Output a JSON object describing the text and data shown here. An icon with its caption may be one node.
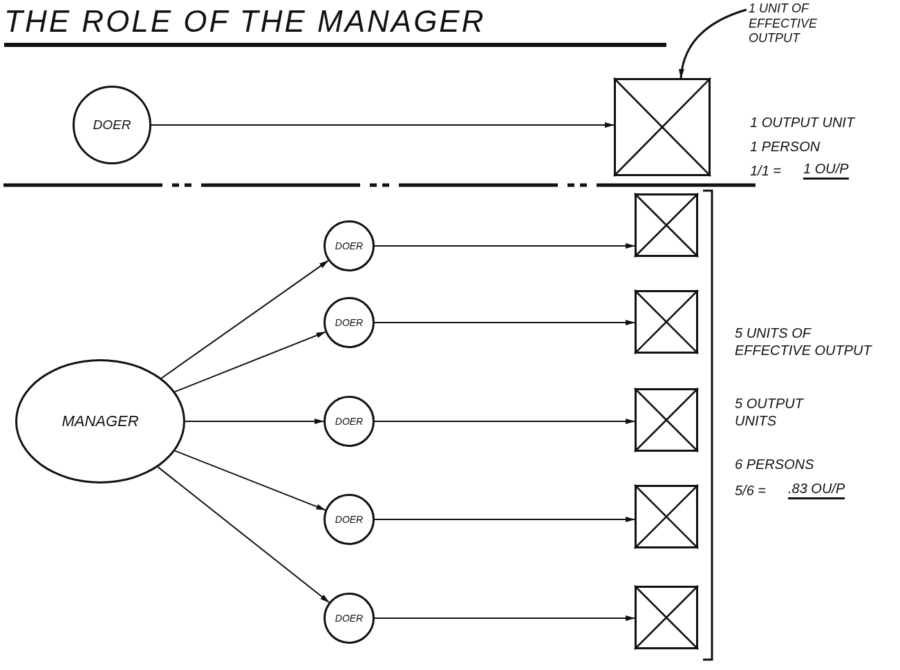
{
  "diagram": {
    "title": "THE ROLE OF THE MANAGER",
    "nodes": [
      {
        "text": [
          "DOER"
        ]
      },
      {
        "text": [],
        "shape": "box"
      },
      {
        "text": [
          "MANAGER"
        ]
      },
      {
        "text": [
          "DOER"
        ]
      },
      {
        "text": [
          "DOER"
        ]
      },
      {
        "text": [
          "DOER"
        ]
      },
      {
        "text": [
          "DOER"
        ]
      },
      {
        "text": [
          "DOER"
        ]
      },
      {
        "text": [],
        "shape": "box"
      },
      {
        "text": [],
        "shape": "box"
      },
      {
        "text": [],
        "shape": "box"
      },
      {
        "text": [],
        "shape": "box"
      },
      {
        "text": [],
        "shape": "box"
      },
      {
        "text": [
          "1 UNIT OF EFFECTIVE OUTPUT"
        ]
      }
    ],
    "edges": [
      {
        "from": 0,
        "to": 1,
        "arrow": "to"
      },
      {
        "from": 2,
        "to": 3,
        "arrow": "to"
      },
      {
        "from": 2,
        "to": 4,
        "arrow": "to"
      },
      {
        "from": 2,
        "to": 5,
        "arrow": "to"
      },
      {
        "from": 2,
        "to": 6,
        "arrow": "to"
      },
      {
        "from": 2,
        "to": 7,
        "arrow": "to"
      },
      {
        "from": 3,
        "to": 8,
        "arrow": "to"
      },
      {
        "from": 4,
        "to": 9,
        "arrow": "to"
      },
      {
        "from": 5,
        "to": 10,
        "arrow": "to"
      },
      {
        "from": 6,
        "to": 11,
        "arrow": "to"
      },
      {
        "from": 7,
        "to": 12,
        "arrow": "to"
      },
      {
        "from": 13,
        "to": 1,
        "arrow": "to"
      }
    ],
    "labels": [
      "1 OUTPUT UNIT",
      "1 PERSON",
      "1/1 =",
      "1 OU/P",
      "5 UNITS OF EFFECTIVE OUTPUT",
      "5 OUTPUT UNITS",
      "6 PERSONS",
      "5/6 =",
      ".83 OU/P"
    ]
  }
}
